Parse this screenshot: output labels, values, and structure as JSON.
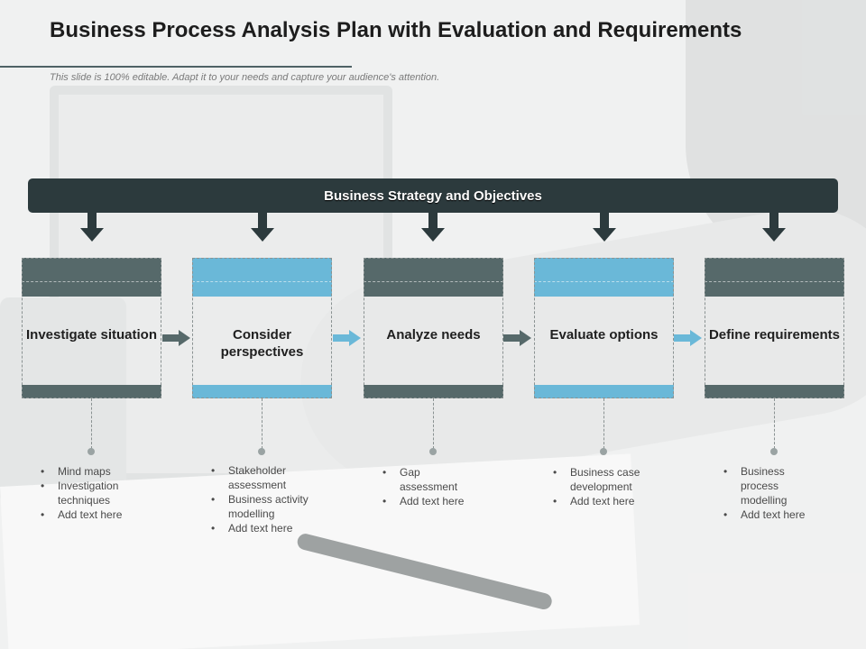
{
  "title": "Business Process Analysis Plan with Evaluation and Requirements",
  "subtitle": "This slide is 100% editable. Adapt it to your needs and capture your audience's attention.",
  "banner": "Business  Strategy and Objectives",
  "colors": {
    "dark_teal": "#56696a",
    "light_blue": "#6ab8d8",
    "banner": "#2c3a3d"
  },
  "steps": [
    {
      "label": "Investigate situation",
      "bullets": [
        "Mind maps",
        "Investigation techniques",
        "Add text here"
      ]
    },
    {
      "label": "Consider perspectives",
      "bullets": [
        "Stakeholder assessment",
        "Business activity modelling",
        "Add text here"
      ]
    },
    {
      "label": "Analyze needs",
      "bullets": [
        "Gap assessment",
        "Add text here"
      ]
    },
    {
      "label": "Evaluate options",
      "bullets": [
        "Business case development",
        "Add text here"
      ]
    },
    {
      "label": "Define requirements",
      "bullets": [
        "Business process modelling",
        "Add text here"
      ]
    }
  ]
}
